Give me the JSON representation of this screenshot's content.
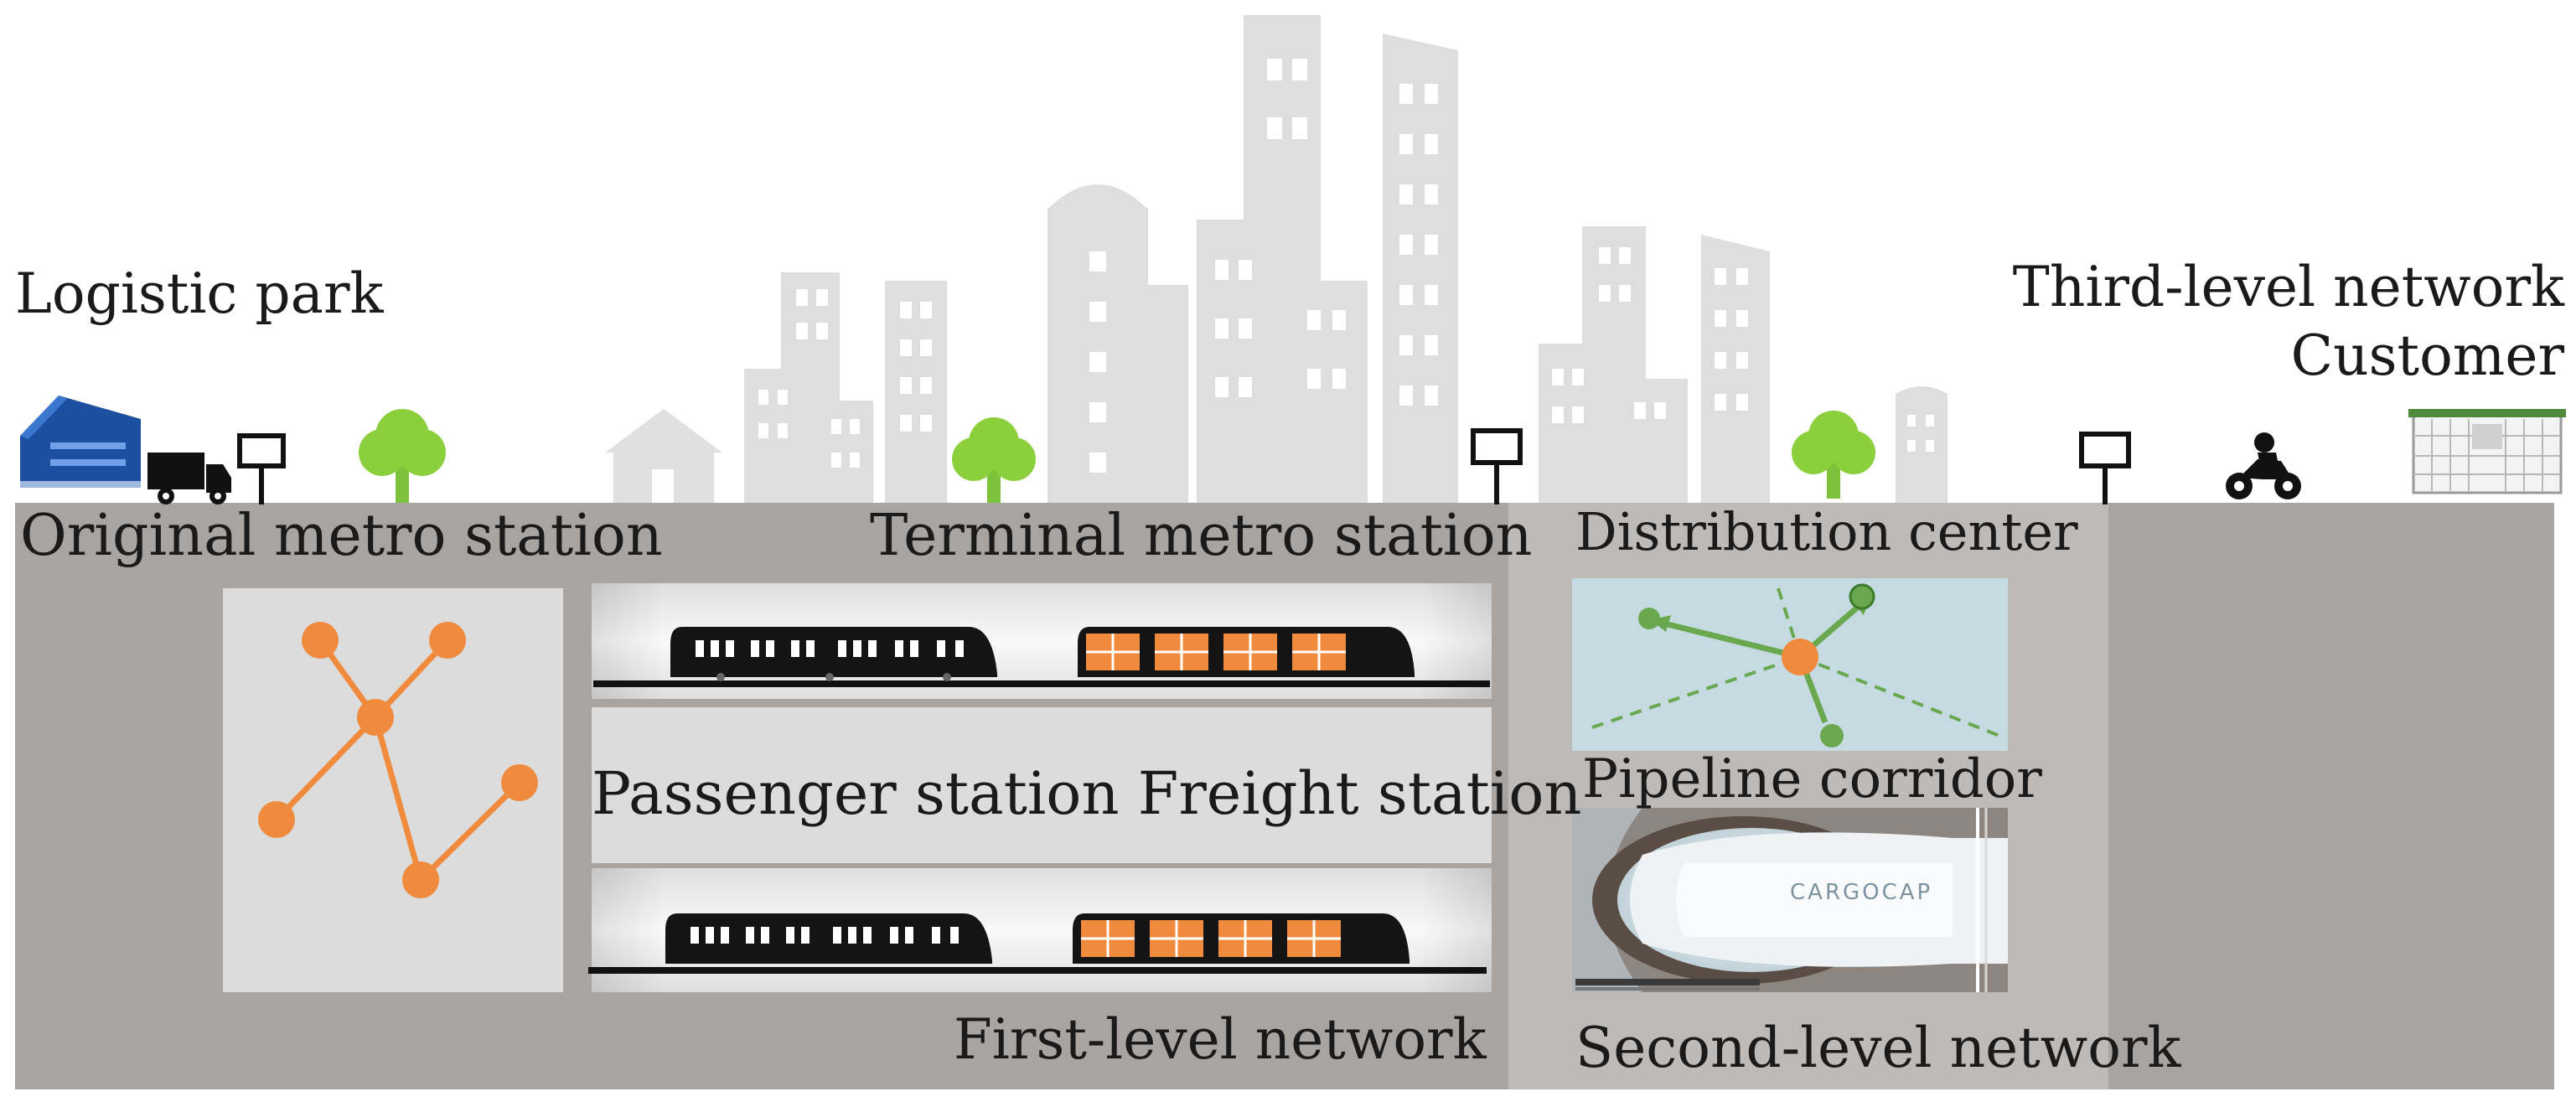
{
  "labels": {
    "logistic_park": "Logistic park",
    "third_level_network": "Third-level network",
    "customer": "Customer",
    "original_metro_station": "Original metro station",
    "terminal_metro_station": "Terminal metro station",
    "distribution_center": "Distribution center",
    "pipeline_corridor": "Pipeline corridor",
    "passenger_freight_station": "Passenger station Freight station",
    "first_level_network": "First-level network",
    "second_level_network": "Second-level network",
    "cargo_brand": "CARGOCAP"
  },
  "colors": {
    "ground": "#a8a4a2",
    "second_level_band": "#bdbab8",
    "buildings": "#dedede",
    "accent_orange": "#f08a3c",
    "tree_green": "#8ccf3c",
    "arrow_green": "#6aa84f",
    "panel_light": "#dcdcdc",
    "train_black": "#141414",
    "warehouse_blue": "#1d4fa0"
  },
  "icons": {
    "warehouse": "warehouse-icon",
    "truck": "truck-icon",
    "signpost": "signpost-icon",
    "tree": "tree-icon",
    "house": "house-icon",
    "motorbike": "motorbike-icon",
    "parcel_locker": "parcel-locker-icon",
    "passenger_train": "passenger-train-icon",
    "freight_train": "freight-train-icon",
    "pipeline_capsule": "pipeline-capsule-icon"
  }
}
